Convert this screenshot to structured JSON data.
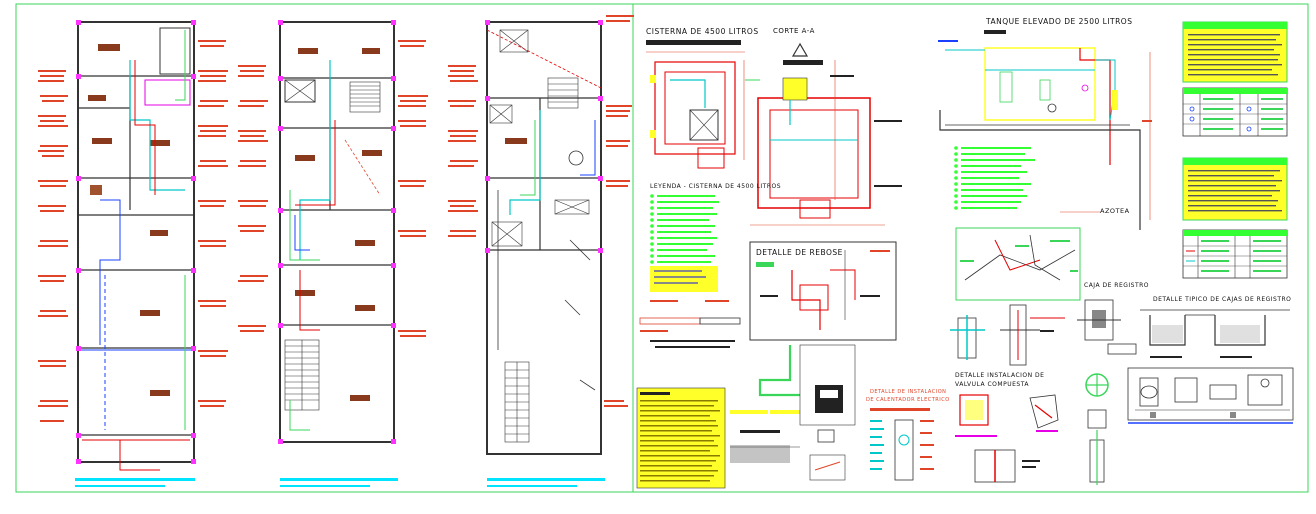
{
  "colors": {
    "frame": "#3ad65a",
    "wall": "#333333",
    "cold_water": "#00c8c8",
    "hot_water": "#e60000",
    "label": "#e0452a",
    "legend_yellow": "#ffff2a",
    "legend_green": "#33ff33",
    "joint": "#ff33ff",
    "fill_brown": "#8a3a1c"
  },
  "titles": {
    "cistern_plan": "CISTERNA DE 4500 LITROS",
    "section_aa": "CORTE A-A",
    "legend_cistern": "LEYENDA - CISTERNA DE 4500 LITROS",
    "overflow_detail": "DETALLE DE REBOSE",
    "elevated_tank": "TANQUE ELEVADO DE 2500 LITROS",
    "roof": "AZOTEA",
    "registry_box": "CAJA DE REGISTRO",
    "registry_box_typical": "DETALLE TIPICO DE CAJAS DE REGISTRO",
    "valve_detail_line1": "DETALLE INSTALACION DE",
    "valve_detail_line2": "VALVULA COMPUESTA",
    "heater_detail_line1": "DETALLE DE INSTALACION",
    "heater_detail_line2": "DE CALENTADOR ELECTRICO"
  },
  "icons": {
    "north_arrow": "north-arrow-icon",
    "section_marker": "section-marker-icon",
    "wheel_valve": "valve-wheel-icon"
  }
}
